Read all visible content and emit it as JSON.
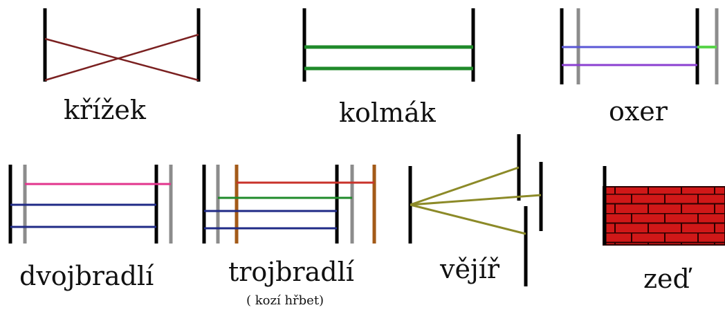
{
  "diagram": {
    "items": [
      {
        "key": "krizek",
        "label": "křížek",
        "colors": {
          "posts": "#000000",
          "rails": "#7a2020"
        }
      },
      {
        "key": "kolmak",
        "label": "kolmák",
        "colors": {
          "posts": "#000000",
          "rails": "#1f8a2a"
        }
      },
      {
        "key": "oxer",
        "label": "oxer",
        "colors": {
          "posts": "#000000",
          "back_posts": "#8c8c8c",
          "rail_top": "#5a57d6",
          "rail_bottom": "#8b3fd1",
          "rail_end": "#59d44a"
        }
      },
      {
        "key": "dvojbradli",
        "label": "dvojbradlí",
        "colors": {
          "posts": "#000000",
          "back_posts": "#8c8c8c",
          "rail_top": "#e2348c",
          "rails": "#1f2a86"
        }
      },
      {
        "key": "trojbradli",
        "label": "trojbradlí",
        "sublabel": "( kozí hřbet)",
        "colors": {
          "posts": "#000000",
          "back_posts": "#8c8c8c",
          "mid_posts": "#a35a18",
          "rail_top": "#c8322a",
          "rail_mid": "#1f8a2a",
          "rails": "#1f2a86"
        }
      },
      {
        "key": "vejir",
        "label": "vějíř",
        "colors": {
          "posts": "#000000",
          "rails": "#8c8a28"
        }
      },
      {
        "key": "zed",
        "label": "zeď",
        "colors": {
          "posts": "#000000",
          "brick": "#d01818",
          "mortar": "#2a0000"
        }
      }
    ]
  }
}
